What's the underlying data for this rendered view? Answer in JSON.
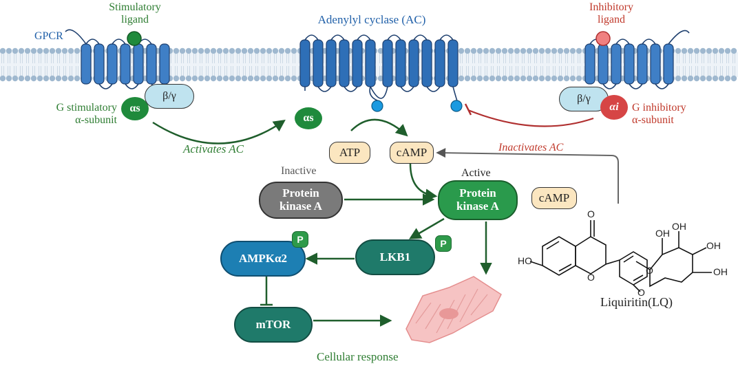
{
  "labels": {
    "gpcr": "GPCR",
    "stimulatory_ligand": "Stimulatory\nligand",
    "inhibitory_ligand": "Inhibitory\nligand",
    "adenylyl_cyclase": "Adenylyl cyclase (AC)",
    "g_stimulatory": "G stimulatory\nα-subunit",
    "g_inhibitory": "G inhibitory\nα-subunit",
    "activates_ac": "Activates AC",
    "inactivates_ac": "Inactivates AC",
    "inactive": "Inactive",
    "active": "Active",
    "cellular_response": "Cellular response",
    "liquiritin": "Liquiritin(LQ)"
  },
  "subunits": {
    "alpha_s": "αs",
    "alpha_s_free": "αs",
    "beta_gamma_left": "β/γ",
    "beta_gamma_right": "β/γ",
    "alpha_i": "αi"
  },
  "molecules": {
    "atp": "ATP",
    "camp_main": "cAMP",
    "camp_free": "cAMP"
  },
  "nodes": {
    "pka_inactive": "Protein\nkinase A",
    "pka_active": "Protein\nkinase A",
    "lkb1": "LKB1",
    "ampk": "AMPKα2",
    "mtor": "mTOR"
  },
  "phospho": {
    "ampk_p": "P",
    "lkb1_p": "P"
  },
  "structure": {
    "carbonyl_o": "O",
    "ho_left": "HO",
    "ring_o": "O",
    "glyco_o": "O",
    "oh_1": "OH",
    "oh_2": "OH",
    "oh_3": "OH",
    "oh_4": "OH",
    "sugar_o": "O"
  },
  "colors": {
    "membrane_head": "#9fb8cf",
    "receptor_blue": "#3f7fc6",
    "stimulatory_green": "#1f7a3c",
    "inhibitory_red": "#b03030",
    "pka_active_green": "#2a9a4c",
    "pka_inactive_gray": "#7a7a7a",
    "teal": "#1f7a6a",
    "ampk_blue": "#1d7fb3"
  }
}
